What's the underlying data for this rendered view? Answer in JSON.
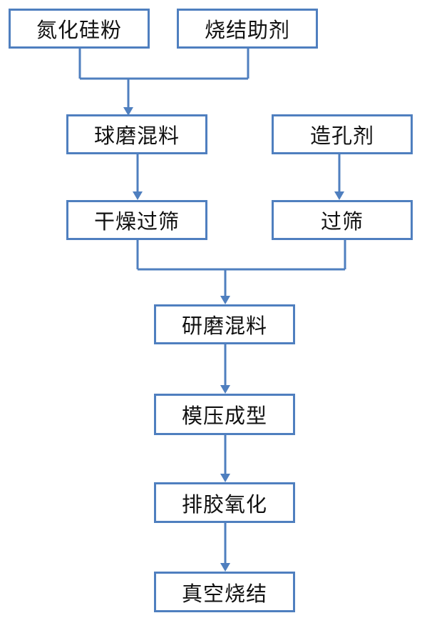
{
  "flow": {
    "nodes": {
      "silicon_nitride_powder": "氮化硅粉",
      "sintering_aid": "烧结助剂",
      "ball_mill_mixing": "球磨混料",
      "pore_former": "造孔剂",
      "dry_sieve": "干燥过筛",
      "sieve": "过筛",
      "grind_mixing": "研磨混料",
      "mold_pressing": "模压成型",
      "debinding_oxidation": "排胶氧化",
      "vacuum_sintering": "真空烧结"
    },
    "edges": [
      [
        "silicon_nitride_powder",
        "ball_mill_mixing"
      ],
      [
        "sintering_aid",
        "ball_mill_mixing"
      ],
      [
        "ball_mill_mixing",
        "dry_sieve"
      ],
      [
        "pore_former",
        "sieve"
      ],
      [
        "dry_sieve",
        "grind_mixing"
      ],
      [
        "sieve",
        "grind_mixing"
      ],
      [
        "grind_mixing",
        "mold_pressing"
      ],
      [
        "mold_pressing",
        "debinding_oxidation"
      ],
      [
        "debinding_oxidation",
        "vacuum_sintering"
      ]
    ],
    "colors": {
      "border": "#4f7fbf",
      "arrow": "#4f7fbf"
    }
  }
}
